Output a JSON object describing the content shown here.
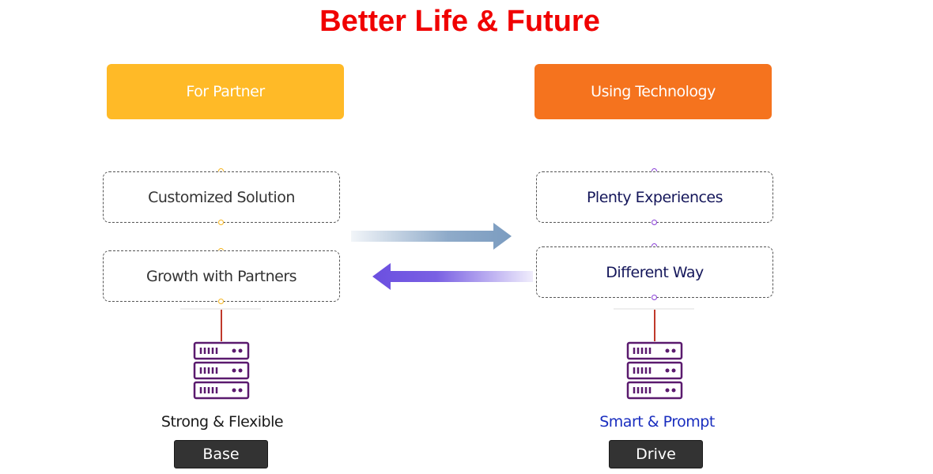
{
  "title": "Better Life & Future",
  "left": {
    "header": "For Partner",
    "items": [
      "Customized Solution",
      "Growth with Partners"
    ],
    "caption": "Strong & Flexible",
    "badge": "Base",
    "header_color": "#ffba27",
    "dot_color": "#f5b41e",
    "caption_color": "#1a1a1a"
  },
  "right": {
    "header": "Using Technology",
    "items": [
      "Plenty Experiences",
      "Different Way"
    ],
    "caption": "Smart & Prompt",
    "badge": "Drive",
    "header_color": "#f5731e",
    "dot_color": "#8a3fd8",
    "caption_color": "#1a2ebf",
    "item_text_color": "#14165a"
  },
  "icons": {
    "server": "server-rack-icon",
    "arrow_right": "arrow-right-icon",
    "arrow_left": "arrow-left-icon"
  },
  "colors": {
    "title": "#f00000",
    "arrow_right": "#7b9cc0",
    "arrow_left": "#6b4fe0",
    "server": "#5a1a6e",
    "connector": "#c0392b",
    "badge": "#333333"
  }
}
